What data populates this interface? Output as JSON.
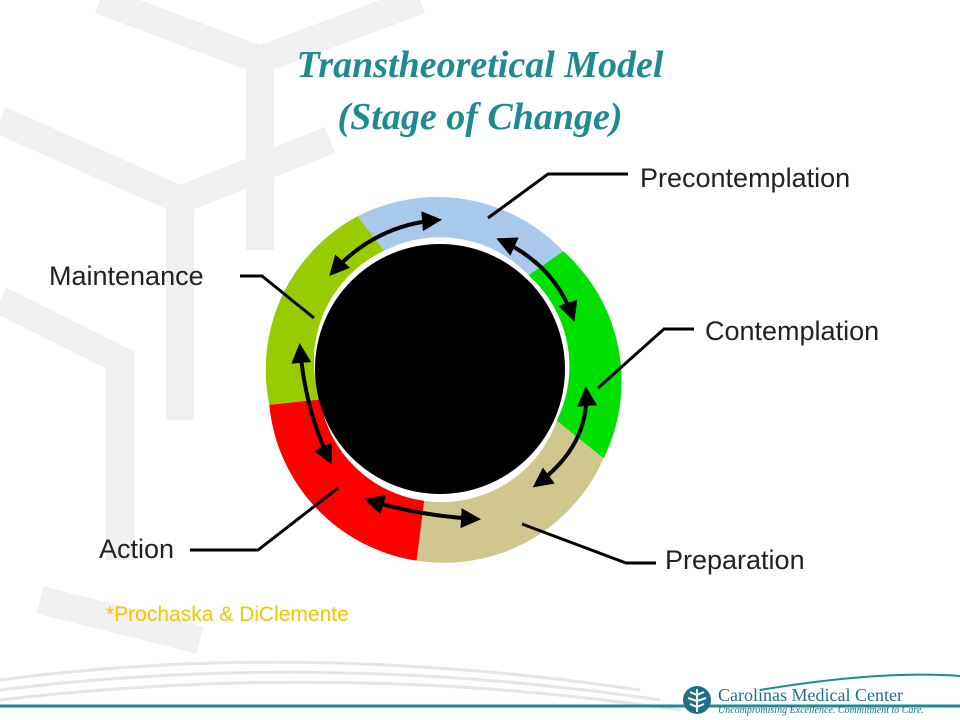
{
  "title": {
    "line1": "Transtheoretical Model",
    "line2": "(Stage of Change)"
  },
  "stages": [
    {
      "label": "Precontemplation",
      "color": "#a9c9ea"
    },
    {
      "label": "Contemplation",
      "color": "#00e000"
    },
    {
      "label": "Preparation",
      "color": "#d0c78e"
    },
    {
      "label": "Action",
      "color": "#ff0000"
    },
    {
      "label": "Maintenance",
      "color": "#99cc00"
    }
  ],
  "center_color": "#000000",
  "citation": "*Prochaska & DiClemente",
  "logo": {
    "name": "Carolinas Medical Center",
    "tagline": "Uncompromising Excellence. Commitment to Care."
  },
  "colors": {
    "title": "#1f8a8f",
    "citation": "#f5c400",
    "logo": "#1f6f8b"
  }
}
